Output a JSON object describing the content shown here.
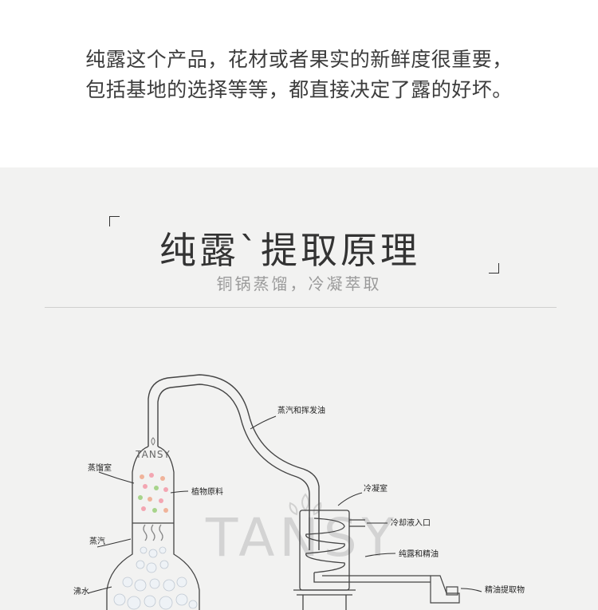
{
  "intro": {
    "line1": "纯露这个产品，花材或者果实的新鲜度很重要，",
    "line2": "包括基地的选择等等，都直接决定了露的好坏。"
  },
  "header": {
    "title": "纯露`提取原理",
    "subtitle": "铜锅蒸馏，冷凝萃取"
  },
  "diagram": {
    "flask_brand": "TANSY",
    "watermark": "TANSY",
    "labels": {
      "vapor_oil": "蒸汽和挥发油",
      "distill_chamber": "蒸馏室",
      "plant_material": "植物原料",
      "steam": "蒸汽",
      "boiling_water": "沸水",
      "condenser": "冷凝室",
      "coolant_inlet": "冷却液入口",
      "hydrosol_oil": "纯露和精油",
      "oil_extract": "精油提取物"
    }
  }
}
